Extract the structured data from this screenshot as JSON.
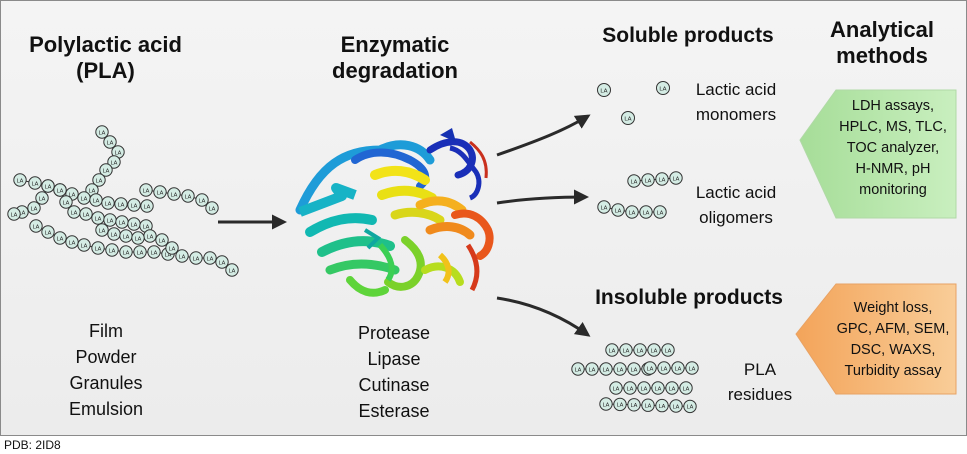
{
  "columns": {
    "pla_title": [
      "Polylactic acid",
      "(PLA)"
    ],
    "enzymatic_title": [
      "Enzymatic",
      "degradation"
    ],
    "soluble_title": "Soluble products",
    "analytical_title": [
      "Analytical",
      "methods"
    ],
    "insoluble_title": "Insoluble products"
  },
  "pla_forms": [
    "Film",
    "Powder",
    "Granules",
    "Emulsion"
  ],
  "enzymes": [
    "Protease",
    "Lipase",
    "Cutinase",
    "Esterase"
  ],
  "products": {
    "monomers": [
      "Lactic acid",
      "monomers"
    ],
    "oligomers": [
      "Lactic acid",
      "oligomers"
    ],
    "residues": [
      "PLA",
      "residues"
    ]
  },
  "methods": {
    "soluble": [
      "LDH assays,",
      "HPLC, MS, TLC,",
      "TOC analyzer,",
      "H-NMR, pH",
      "monitoring"
    ],
    "insoluble": [
      "Weight loss,",
      "GPC, AFM, SEM,",
      "DSC, WAXS,",
      "Turbidity assay"
    ]
  },
  "monomer_unit_label": "LA",
  "source_note": "PDB: 2ID8",
  "colors": {
    "soluble_arrow": "#b8e6ae",
    "insoluble_arrow": "#f6b877",
    "bead_fill": "#d4ece4",
    "arrow": "#2a2a2a"
  }
}
